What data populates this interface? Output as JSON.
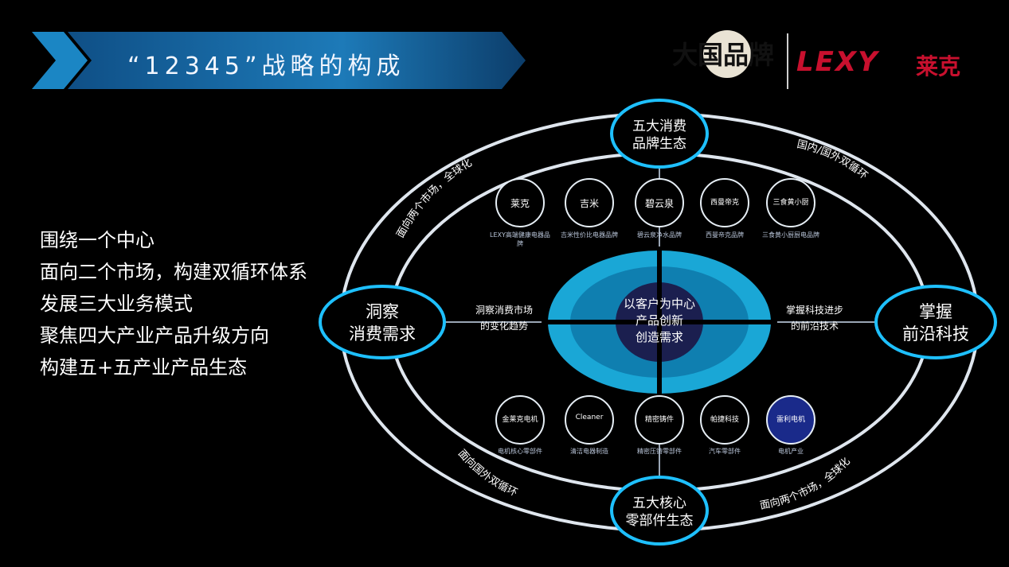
{
  "header": {
    "title": "“12345”战略的构成"
  },
  "logos": {
    "seal_text": "大国品牌",
    "lexy": "LEXY",
    "lexy_cn": "莱克"
  },
  "left_list": [
    "围绕一个中心",
    "面向二个市场，构建双循环体系",
    "发展三大业务模式",
    "聚焦四大产业产品升级方向",
    "构建五+五产业产品生态"
  ],
  "center": {
    "line1": "以客户为中心",
    "line2": "产品创新",
    "line3": "创造需求"
  },
  "nodes": {
    "top": [
      "五大消费",
      "品牌生态"
    ],
    "bottom": [
      "五大核心",
      "零部件生态"
    ],
    "left": [
      "洞察",
      "消费需求"
    ],
    "right": [
      "掌握",
      "前沿科技"
    ]
  },
  "arcs": {
    "top_left": "面向两个市场，全球化",
    "top_right": "国内/国外双循环",
    "bottom_left": "面向国外双循环",
    "bottom_right": "面向两个市场，全球化"
  },
  "side_text": {
    "left": [
      "洞察消费市场",
      "的变化趋势"
    ],
    "right": [
      "掌握科技进步",
      "的前沿技术"
    ]
  },
  "top_brands": [
    {
      "name": "莱克",
      "desc": "LEXY高端健康电器品牌"
    },
    {
      "name": "吉米",
      "desc": "吉米性价比电器品牌"
    },
    {
      "name": "碧云泉",
      "desc": "碧云泉净水品牌"
    },
    {
      "name": "西曼帝克",
      "desc": "西曼帝克品牌"
    },
    {
      "name": "三食黄小厨",
      "desc": "三食黄小厨厨电品牌"
    }
  ],
  "bottom_brands": [
    {
      "name": "金莱克电机",
      "desc": "电机核心零部件"
    },
    {
      "name": "Cleaner",
      "desc": "清洁电器制造"
    },
    {
      "name": "精密铸件",
      "desc": "精密压铸零部件"
    },
    {
      "name": "帕捷科技",
      "desc": "汽车零部件"
    },
    {
      "name": "雷利电机",
      "desc": "电机产业"
    }
  ],
  "colors": {
    "ring": "#dfe6ee",
    "node_border": "#1ec0ff",
    "center_fill": "#1aa7d6",
    "center_inner": "#2a2f8f",
    "banner": "#1d6ea8"
  }
}
